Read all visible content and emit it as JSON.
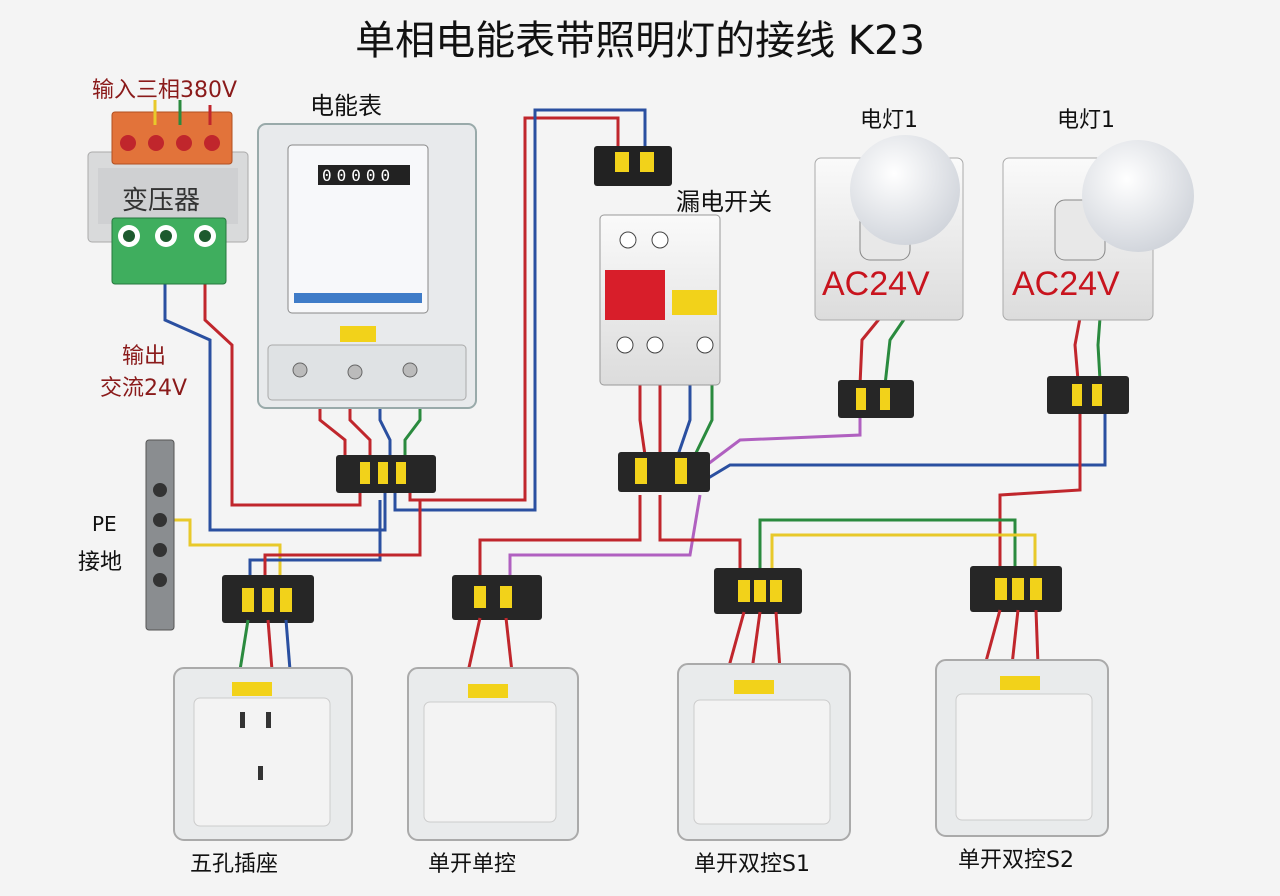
{
  "title": "单相电能表带照明灯的接线 K23",
  "transformer": {
    "input_label": "输入三相380V",
    "name": "变压器",
    "output_label_1": "输出",
    "output_label_2": "交流24V"
  },
  "meter": {
    "label": "电能表",
    "reading": "00000"
  },
  "rcd": {
    "label": "漏电开关"
  },
  "lamps": [
    {
      "label": "电灯1",
      "voltage": "AC24V"
    },
    {
      "label": "电灯1",
      "voltage": "AC24V"
    }
  ],
  "ground": {
    "label_1": "PE",
    "label_2": "接地"
  },
  "outlets": [
    {
      "label": "五孔插座"
    },
    {
      "label": "单开单控"
    },
    {
      "label": "单开双控S1"
    },
    {
      "label": "单开双控S2"
    }
  ],
  "colors": {
    "live": "#c0262c",
    "neutral": "#2a4fa0",
    "earth": "#e8c92a",
    "green": "#2a8a3e",
    "purple": "#b060c0",
    "transformer_in": "#e2733a",
    "transformer_out": "#3fae5e",
    "breaker": "#d81e2a"
  }
}
